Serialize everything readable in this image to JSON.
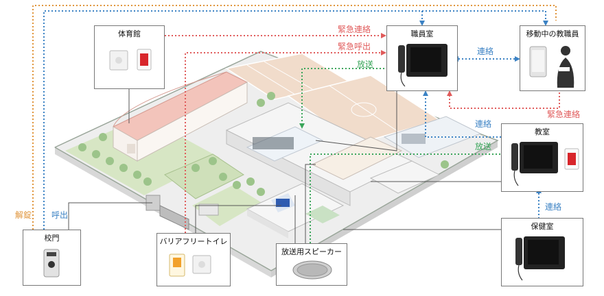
{
  "colors": {
    "emergency": "#e05a5a",
    "broadcast": "#3aa55a",
    "contact": "#3b82c4",
    "unlock": "#e0943a",
    "ground": "#eeeeee",
    "lawn": "#d7e6c4",
    "court": "#f1dccb",
    "gym_roof": "#f3c4bb"
  },
  "boxes": {
    "gym": {
      "title": "体育館"
    },
    "staff_room": {
      "title": "職員室"
    },
    "mobile_staff": {
      "title": "移動中の教職員"
    },
    "classroom": {
      "title": "教室"
    },
    "health_room": {
      "title": "保健室"
    },
    "school_gate": {
      "title": "校門"
    },
    "barrier_free_toilet": {
      "title": "バリアフリートイレ"
    },
    "broadcast_speaker": {
      "title": "放送用スピーカー"
    }
  },
  "flows": {
    "emergency_contact_top": "緊急連絡",
    "emergency_call": "緊急呼出",
    "broadcast_top": "放送",
    "contact_staff_mobile": "連絡",
    "emergency_contact_right": "緊急連絡",
    "contact_classroom": "連絡",
    "broadcast_classroom": "放送",
    "contact_health": "連絡",
    "unlock": "解錠",
    "call": "呼出"
  }
}
